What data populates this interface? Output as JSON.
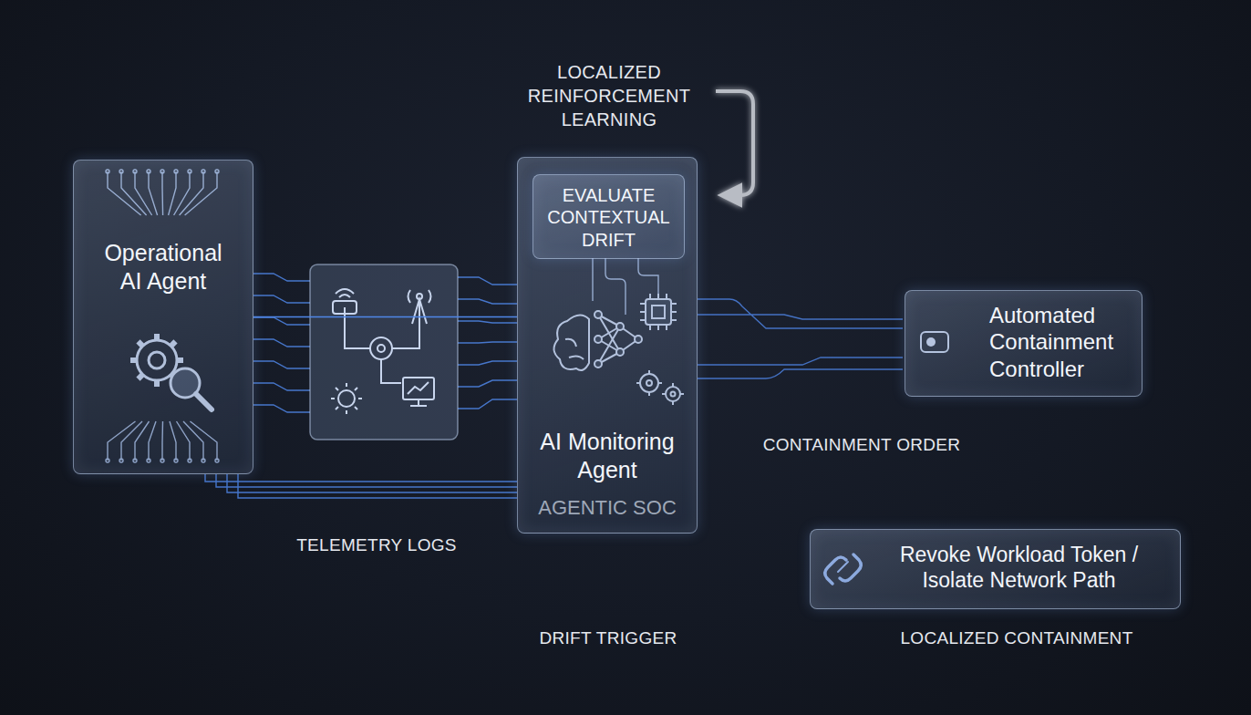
{
  "diagram": {
    "nodes": [
      {
        "text": [
          "Operational AI Agent"
        ]
      },
      {
        "text": [
          "AI Monitoring Agent",
          "AGENTIC SOC"
        ]
      },
      {
        "text": [
          "EVALUATE CONTEXTUAL DRIFT"
        ],
        "in": 1
      },
      {
        "text": [
          "Automated Containment Controller"
        ]
      },
      {
        "text": [
          "Revoke Workload Token / Isolate Network Path"
        ]
      }
    ],
    "edges": [
      {
        "from": 0,
        "to": 1,
        "arrow": "none"
      },
      {
        "from": 1,
        "to": 3,
        "arrow": "to"
      },
      {
        "from": 3,
        "to": 4,
        "arrow": "to"
      }
    ],
    "labels": [
      "LOCALIZED REINFORCEMENT LEARNING",
      "TELEMETRY LOGS",
      "DRIFT TRIGGER",
      "CONTAINMENT ORDER",
      "LOCALIZED CONTAINMENT"
    ]
  }
}
